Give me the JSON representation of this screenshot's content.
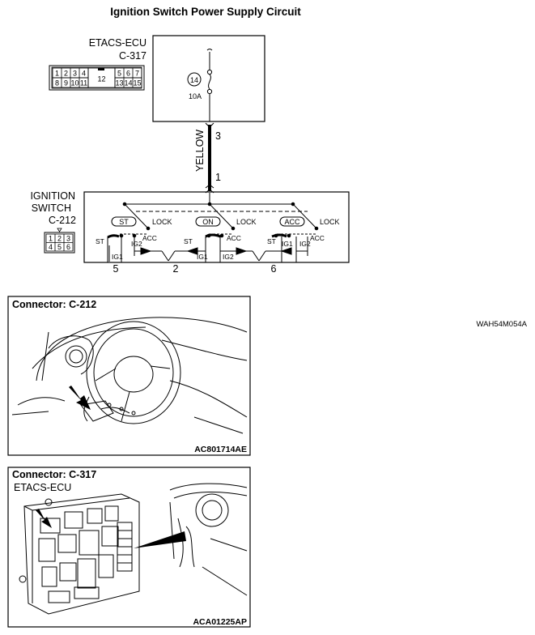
{
  "title": "Ignition Switch Power Supply Circuit",
  "etacs": {
    "name": "ETACS-ECU",
    "connector": "C-317",
    "pins_top": [
      "1",
      "2",
      "3",
      "4",
      "5",
      "6",
      "7"
    ],
    "pins_bottom": [
      "8",
      "9",
      "10",
      "11",
      "13",
      "14",
      "15"
    ],
    "pin_center": "12",
    "fuse_number": "14",
    "fuse_rating": "10A"
  },
  "wire": {
    "color": "YELLOW",
    "pin_top": "3",
    "pin_bottom": "1"
  },
  "ignition_switch": {
    "name_line1": "IGNITION",
    "name_line2": "SWITCH",
    "connector": "C-212",
    "pins_top": [
      "1",
      "2",
      "3"
    ],
    "pins_bottom": [
      "4",
      "5",
      "6"
    ],
    "positions": [
      "ST",
      "ON",
      "ACC"
    ],
    "lock_label": "LOCK",
    "acc_label": "ACC",
    "st_label": "ST",
    "ig1_label": "IG1",
    "ig2_label": "IG2",
    "terminals": [
      "5",
      "2",
      "6"
    ]
  },
  "code": "WAH54M054A",
  "photo1": {
    "header": "Connector: C-212",
    "code": "AC801714AE"
  },
  "photo2": {
    "header": "Connector: C-317",
    "subheader": "ETACS-ECU",
    "code": "ACA01225AP"
  }
}
